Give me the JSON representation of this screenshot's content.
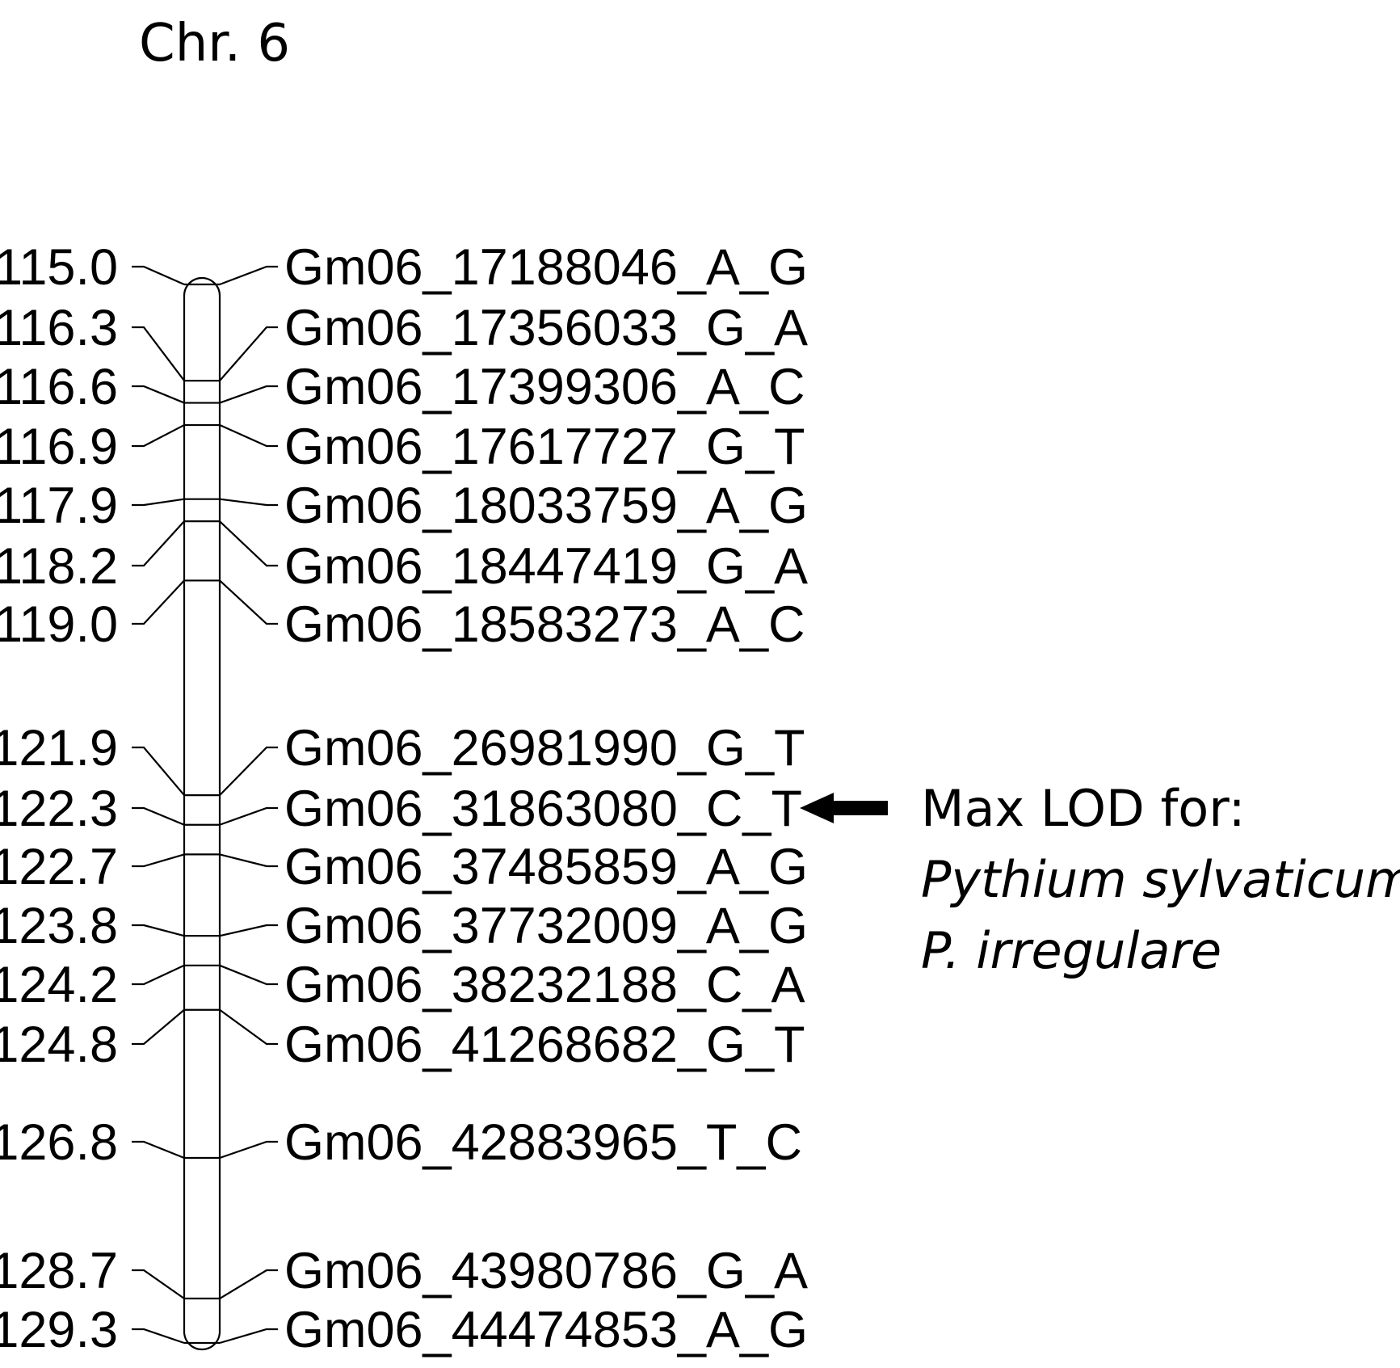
{
  "title": "Chr. 6",
  "markers": [
    {
      "pos": "115.0",
      "name": "Gm06_17188046_A_G",
      "cm": 115.0
    },
    {
      "pos": "116.3",
      "name": "Gm06_17356033_G_A",
      "cm": 116.3
    },
    {
      "pos": "116.6",
      "name": "Gm06_17399306_A_C",
      "cm": 116.6
    },
    {
      "pos": "116.9",
      "name": "Gm06_17617727_G_T",
      "cm": 116.9
    },
    {
      "pos": "117.9",
      "name": "Gm06_18033759_A_G",
      "cm": 117.9
    },
    {
      "pos": "118.2",
      "name": "Gm06_18447419_G_A",
      "cm": 118.2
    },
    {
      "pos": "119.0",
      "name": "Gm06_18583273_A_C",
      "cm": 119.0
    },
    {
      "pos": "121.9",
      "name": "Gm06_26981990_G_T",
      "cm": 121.9
    },
    {
      "pos": "122.3",
      "name": "Gm06_31863080_C_T",
      "cm": 122.3
    },
    {
      "pos": "122.7",
      "name": "Gm06_37485859_A_G",
      "cm": 122.7
    },
    {
      "pos": "123.8",
      "name": "Gm06_37732009_A_G",
      "cm": 123.8
    },
    {
      "pos": "124.2",
      "name": "Gm06_38232188_C_A",
      "cm": 124.2
    },
    {
      "pos": "124.8",
      "name": "Gm06_41268682_G_T",
      "cm": 124.8
    },
    {
      "pos": "126.8",
      "name": "Gm06_42883965_T_C",
      "cm": 126.8
    },
    {
      "pos": "128.7",
      "name": "Gm06_43980786_G_A",
      "cm": 128.7
    },
    {
      "pos": "129.3",
      "name": "Gm06_44474853_A_G",
      "cm": 129.3
    }
  ],
  "annotation": {
    "arrow_target": "Gm06_31863080_C_T",
    "line1": "Max LOD for:",
    "line2": "Pythium sylvaticum",
    "line3": "P. irregulare"
  }
}
